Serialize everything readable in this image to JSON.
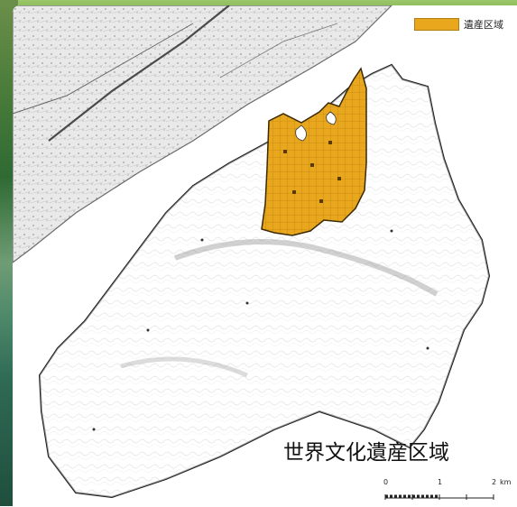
{
  "legend": {
    "label": "遺産区域",
    "swatch_color": "#e8a71d"
  },
  "caption": "世界文化遺産区域",
  "scale": {
    "ticks": [
      "0",
      "1",
      "2"
    ],
    "unit": "km"
  },
  "colors": {
    "header_strip": "#9bc86a",
    "heritage_area": "#e8a71d",
    "land_outline": "#1a1a1a",
    "contour": "#b9b9b9"
  },
  "icons": {
    "scale": "scale-bar-icon",
    "north": "map-symbol-icon"
  }
}
